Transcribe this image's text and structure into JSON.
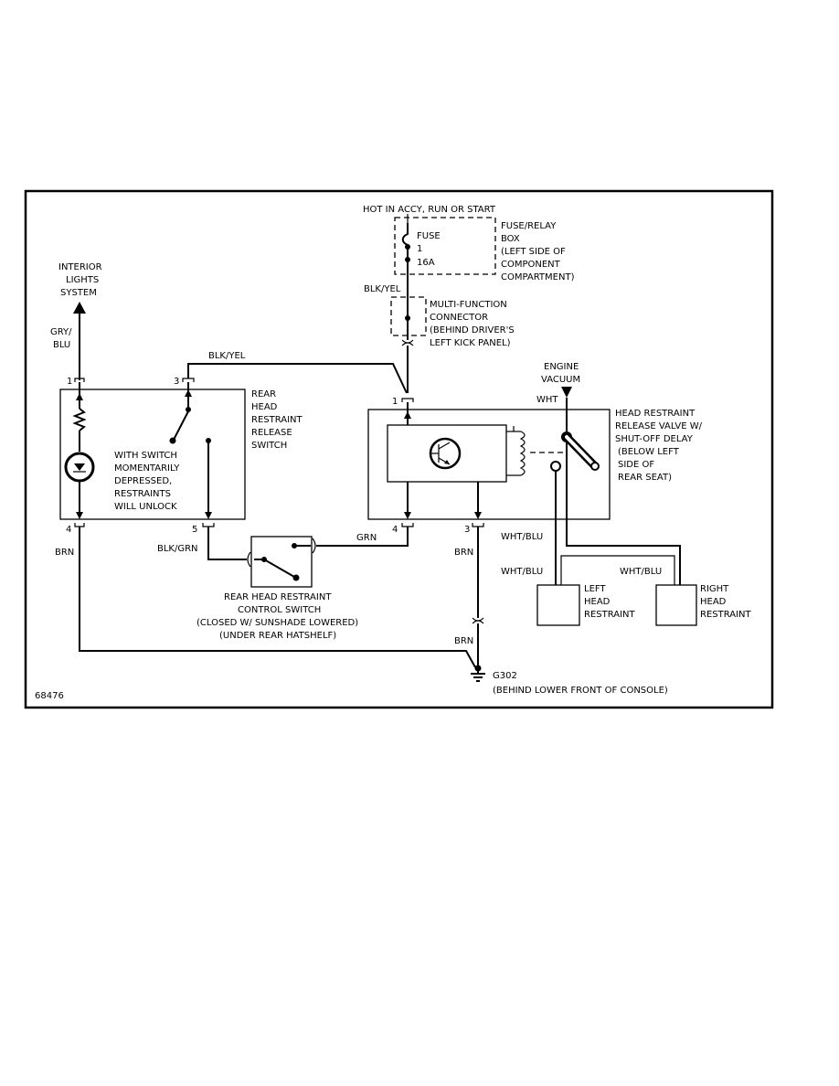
{
  "diagram_id": "68476",
  "power": {
    "source": "HOT IN ACCY, RUN OR START"
  },
  "fuse_box": {
    "fuse_label": "FUSE",
    "fuse_number": "1",
    "fuse_rating": "16A",
    "box_label": [
      "FUSE/RELAY",
      "BOX",
      "(LEFT SIDE OF",
      "COMPONENT",
      "COMPARTMENT)"
    ]
  },
  "connector": {
    "label": [
      "MULTI-FUNCTION",
      "CONNECTOR",
      "(BEHIND DRIVER'S",
      "LEFT KICK PANEL)"
    ]
  },
  "interior_lights": {
    "label": [
      "INTERIOR",
      "LIGHTS",
      "SYSTEM"
    ]
  },
  "release_switch": {
    "label": [
      "REAR",
      "HEAD",
      "RESTRAINT",
      "RELEASE",
      "SWITCH"
    ],
    "note": [
      "WITH SWITCH",
      "MOMENTARILY",
      "DEPRESSED,",
      "RESTRAINTS",
      "WILL UNLOCK"
    ],
    "pins": [
      "1",
      "3",
      "4",
      "5"
    ]
  },
  "control_switch": {
    "label": [
      "REAR HEAD RESTRAINT",
      "CONTROL SWITCH",
      "(CLOSED W/ SUNSHADE LOWERED)",
      "(UNDER REAR HATSHELF)"
    ]
  },
  "release_valve": {
    "label": [
      "HEAD RESTRAINT",
      "RELEASE VALVE W/",
      "SHUT-OFF DELAY",
      "(BELOW LEFT",
      "SIDE OF",
      "REAR SEAT)"
    ],
    "pins": [
      "1",
      "4",
      "3"
    ]
  },
  "engine_vacuum": {
    "label": [
      "ENGINE",
      "VACUUM"
    ]
  },
  "restraints": {
    "left": [
      "LEFT",
      "HEAD",
      "RESTRAINT"
    ],
    "right": [
      "RIGHT",
      "HEAD",
      "RESTRAINT"
    ]
  },
  "ground": {
    "id": "G302",
    "location": "(BEHIND LOWER FRONT OF CONSOLE)"
  },
  "wires": {
    "blk_yel": "BLK/YEL",
    "gry_blu": [
      "GRY/",
      "BLU"
    ],
    "brn": "BRN",
    "blk_grn": "BLK/GRN",
    "grn": "GRN",
    "wht": "WHT",
    "wht_blu": "WHT/BLU"
  }
}
